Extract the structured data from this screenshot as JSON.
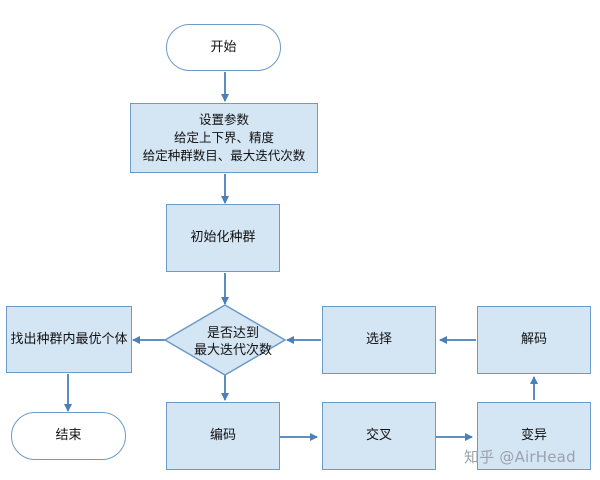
{
  "nodes": {
    "start": "开始",
    "setup": [
      "设置参数",
      "给定上下界、精度",
      "给定种群数目、最大迭代次数"
    ],
    "init": "初始化种群",
    "decision": [
      "是否达到",
      "最大迭代次数"
    ],
    "find_best": "找出种群内最优个体",
    "end": "结束",
    "select": "选择",
    "decode": "解码",
    "encode": "编码",
    "crossover": "交叉",
    "mutate": "变异"
  },
  "watermark": "知乎 @AirHead",
  "colors": {
    "box_fill": "#d4e5f4",
    "box_border": "#6d9bc7",
    "arrow": "#4a7fb8"
  }
}
